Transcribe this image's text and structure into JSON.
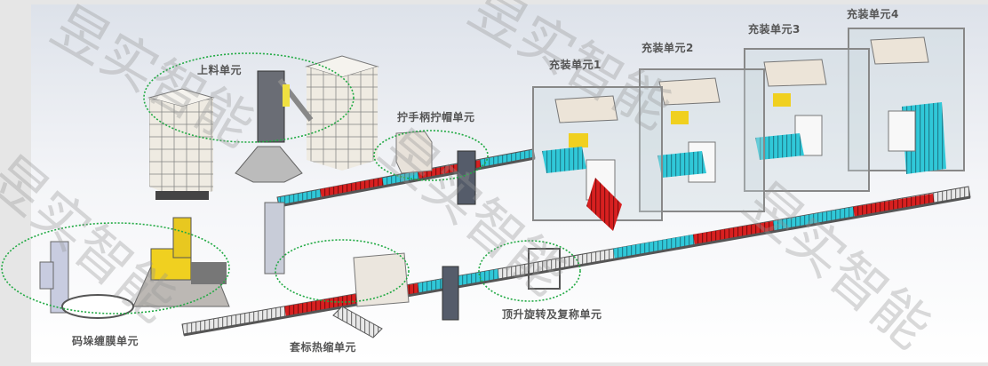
{
  "units": {
    "loading": "上料单元",
    "capping": "拧手柄拧帽单元",
    "filling_1": "充装单元1",
    "filling_2": "充装单元2",
    "filling_3": "充装单元3",
    "filling_4": "充装单元4",
    "palletizing": "码垛缠膜单元",
    "labeling": "套标热缩单元",
    "lifting": "顶升旋转及复称单元"
  },
  "watermark": "昱实智能",
  "colors": {
    "ellipse": "#22aa44",
    "conveyor_red": "#e02020",
    "conveyor_cyan": "#20c8d8",
    "robot_yellow": "#f0d020"
  }
}
